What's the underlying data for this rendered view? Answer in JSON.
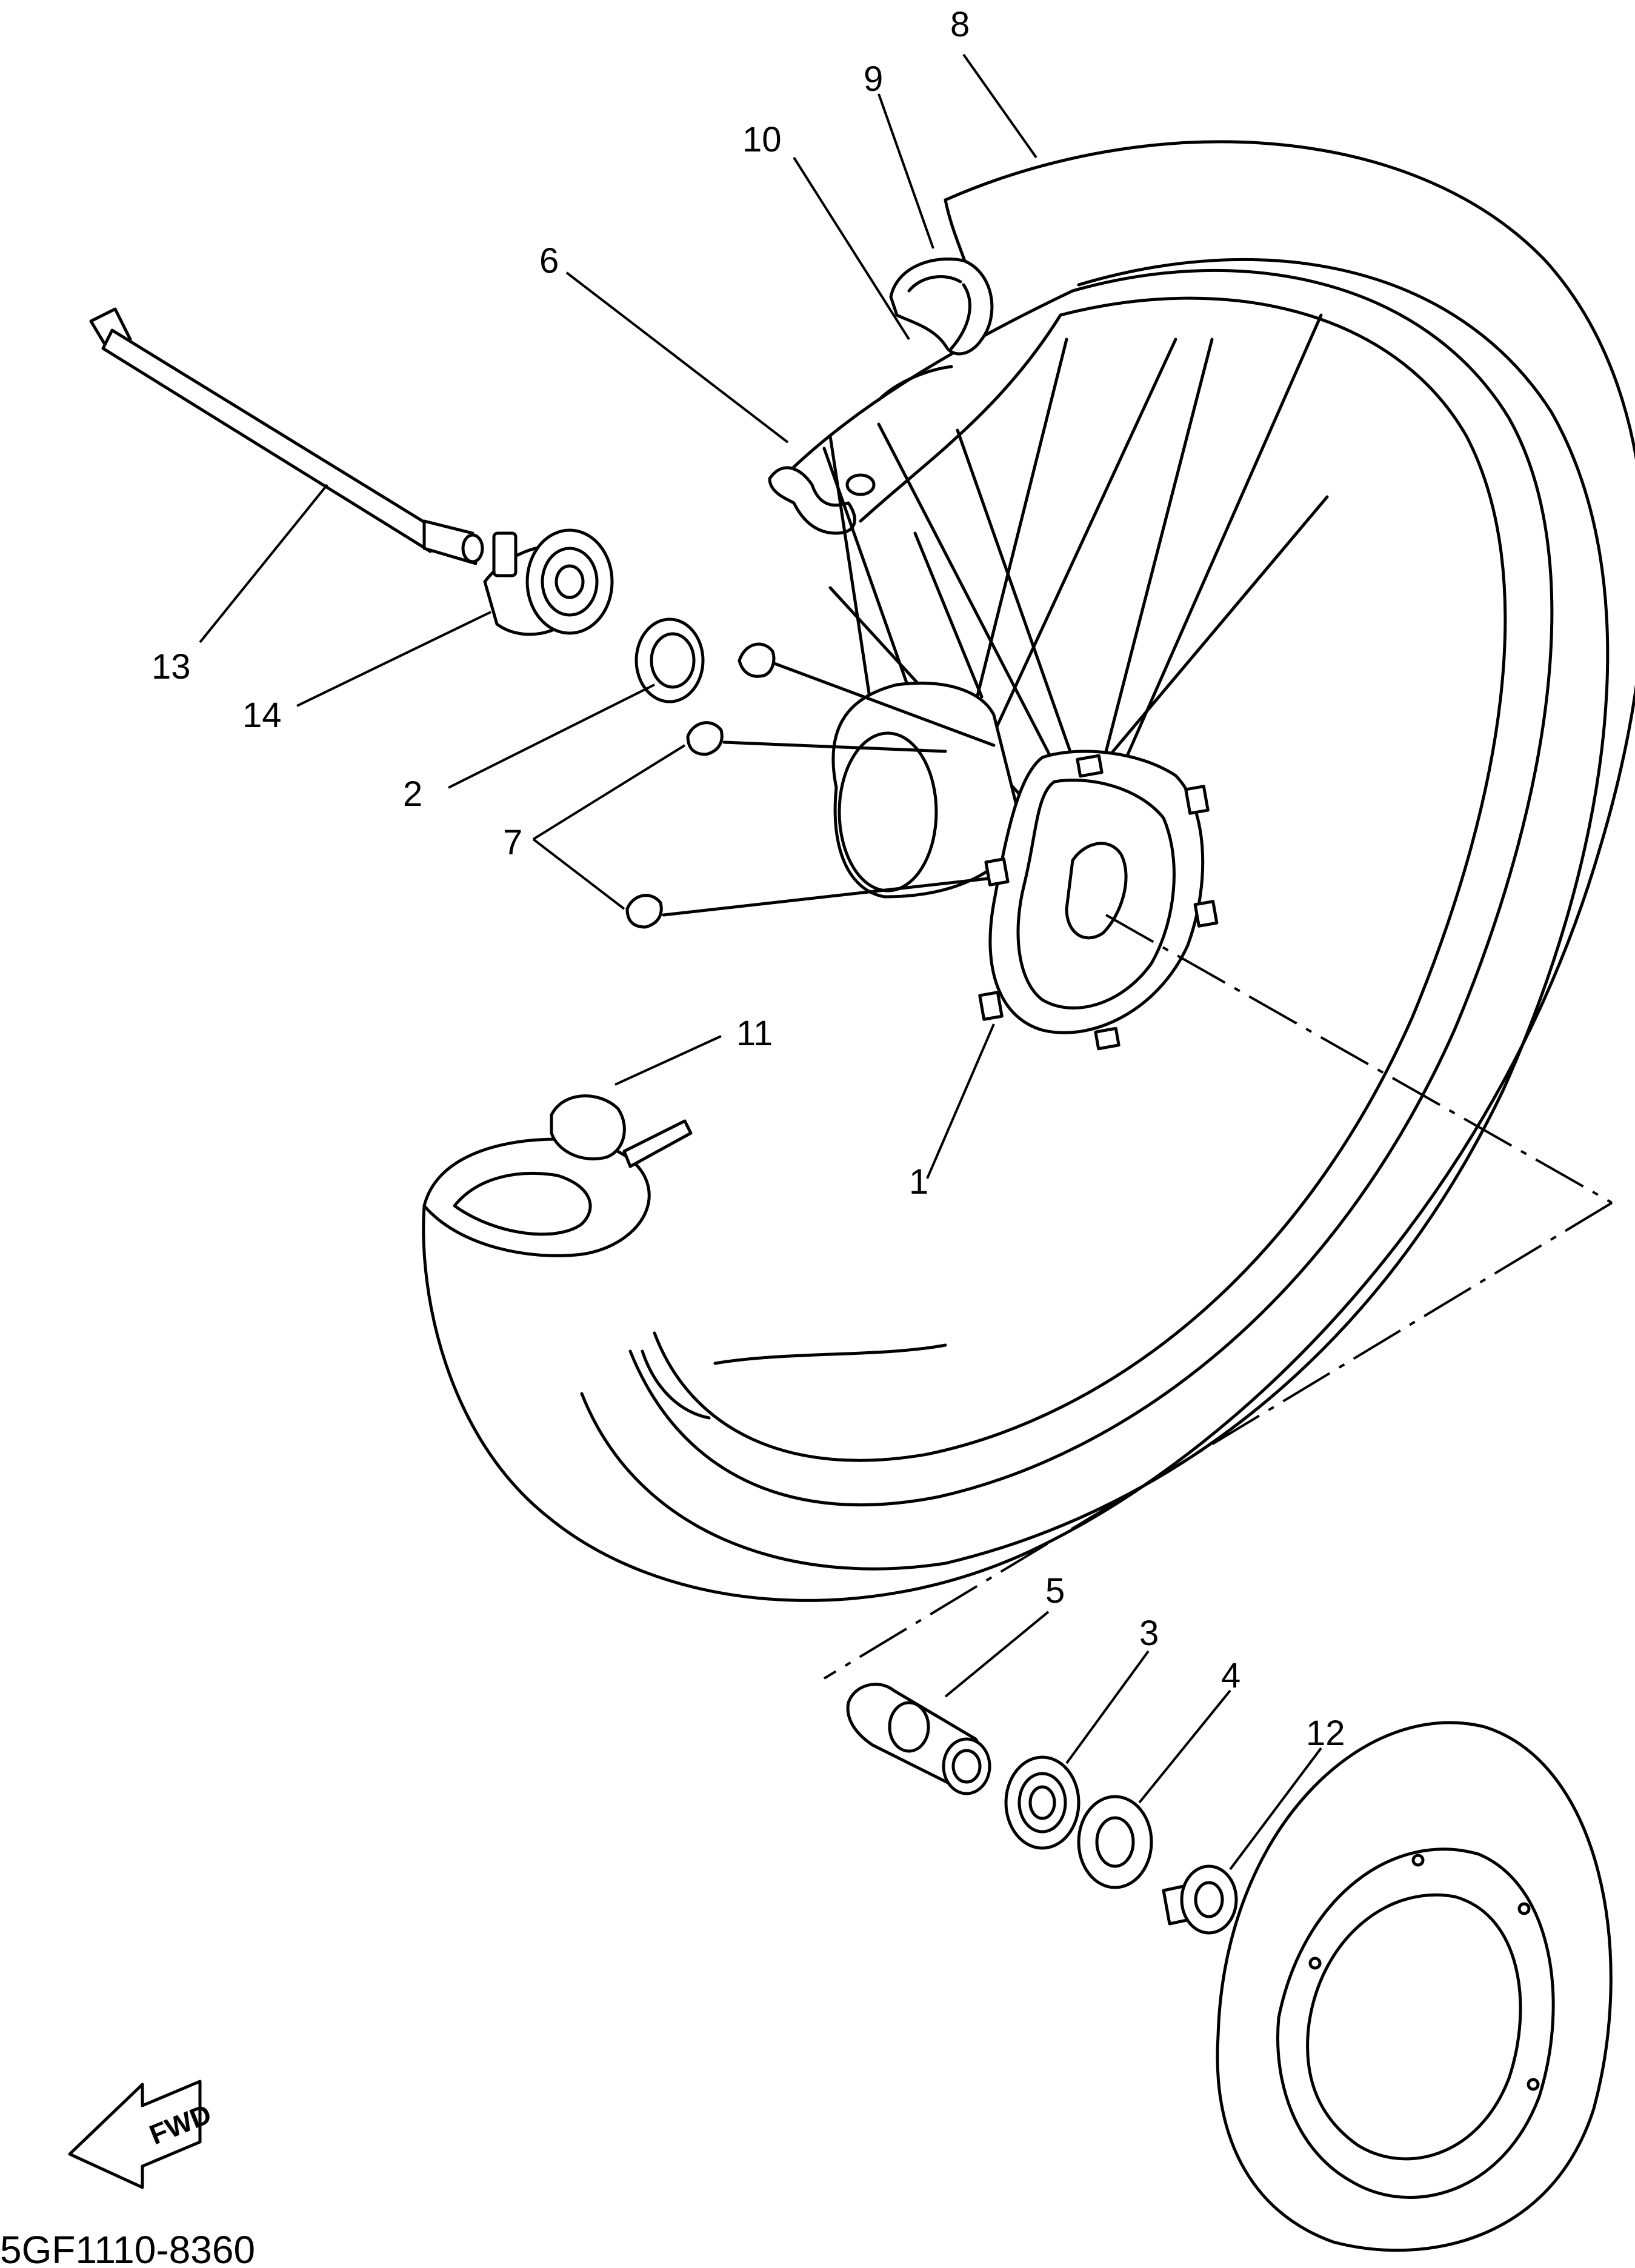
{
  "diagram": {
    "code": "5GF1110-8360",
    "fwd_label": "FWD",
    "callouts": {
      "c1": "1",
      "c2": "2",
      "c3": "3",
      "c4": "4",
      "c5": "5",
      "c6": "6",
      "c7": "7",
      "c8": "8",
      "c9": "9",
      "c10": "10",
      "c11": "11",
      "c12": "12",
      "c13": "13",
      "c14": "14"
    }
  }
}
